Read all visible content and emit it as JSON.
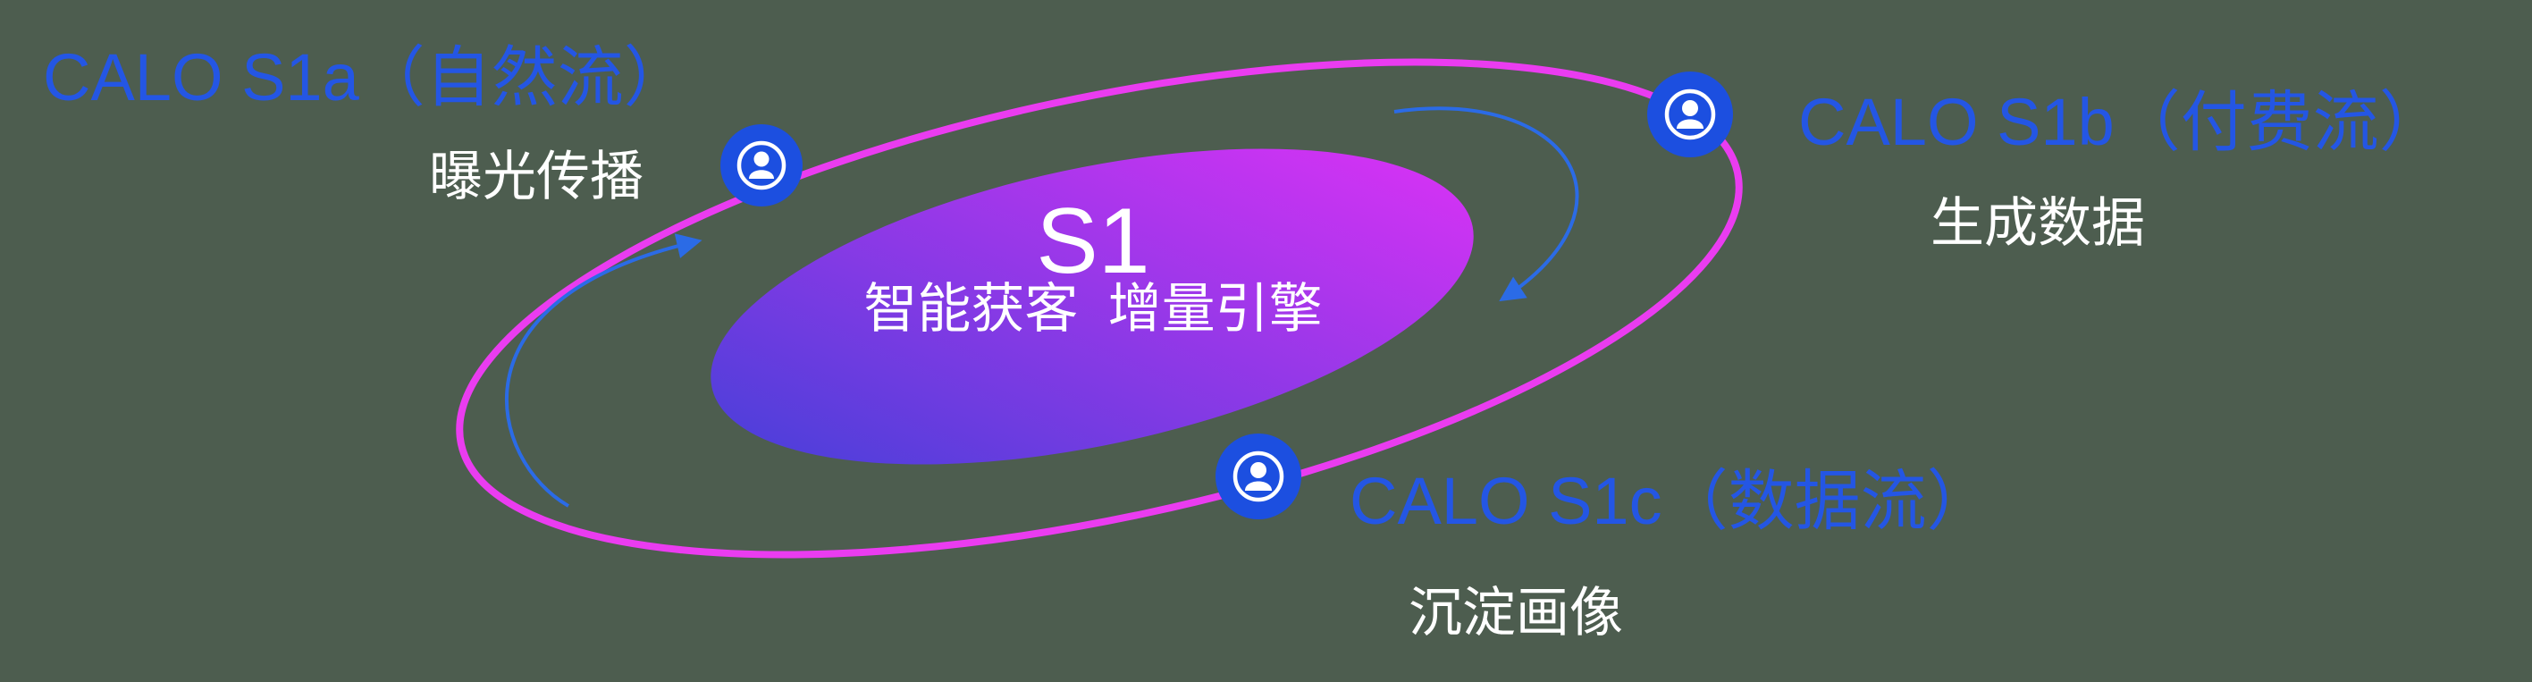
{
  "diagram": {
    "center": {
      "title": "S1",
      "subtitle": "智能获客  增量引擎"
    },
    "orbit_labels": [
      {
        "title": "CALO S1a（自然流）",
        "subtitle": "曝光传播",
        "icon": "user-in-circle-icon"
      },
      {
        "title": "CALO S1b（付费流）",
        "subtitle": "生成数据",
        "icon": "user-in-circle-icon"
      },
      {
        "title": "CALO S1c（数据流）",
        "subtitle": "沉淀画像",
        "icon": "user-in-circle-icon"
      }
    ]
  },
  "colors": {
    "background": "#4d5d4f",
    "orbit_ring": "#ea3cf0",
    "core_gradient_start": "#4a3fd9",
    "core_gradient_end": "#d832f5",
    "node_blue": "#1c4fe0",
    "label_blue": "#2456e4",
    "arrow_blue": "#2b6be6",
    "text_white": "#ffffff"
  }
}
